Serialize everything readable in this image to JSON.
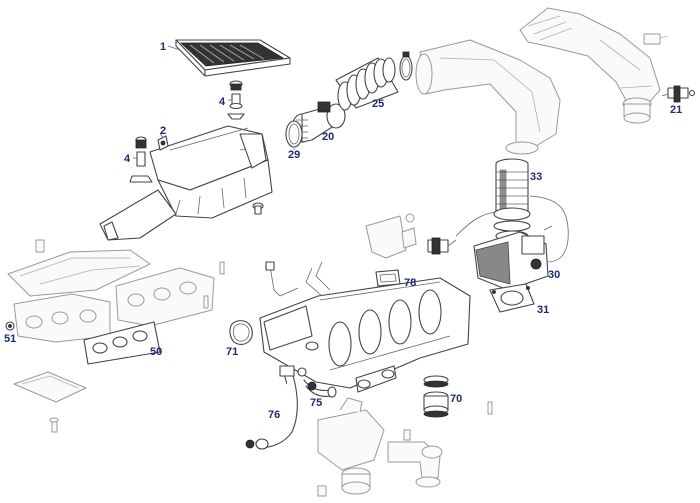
{
  "diagram": {
    "callouts": [
      {
        "id": "1",
        "label": "1"
      },
      {
        "id": "2",
        "label": "2"
      },
      {
        "id": "4a",
        "label": "4"
      },
      {
        "id": "4b",
        "label": "4"
      },
      {
        "id": "20",
        "label": "20"
      },
      {
        "id": "21",
        "label": "21"
      },
      {
        "id": "25",
        "label": "25"
      },
      {
        "id": "29",
        "label": "29"
      },
      {
        "id": "30",
        "label": "30"
      },
      {
        "id": "31",
        "label": "31"
      },
      {
        "id": "33",
        "label": "33"
      },
      {
        "id": "50",
        "label": "50"
      },
      {
        "id": "51",
        "label": "51"
      },
      {
        "id": "70",
        "label": "70"
      },
      {
        "id": "71",
        "label": "71"
      },
      {
        "id": "75",
        "label": "75"
      },
      {
        "id": "76",
        "label": "76"
      },
      {
        "id": "78",
        "label": "78"
      }
    ],
    "colors": {
      "callout_text": "#1f2b6e",
      "line": "#444444",
      "background": "#ffffff"
    }
  }
}
